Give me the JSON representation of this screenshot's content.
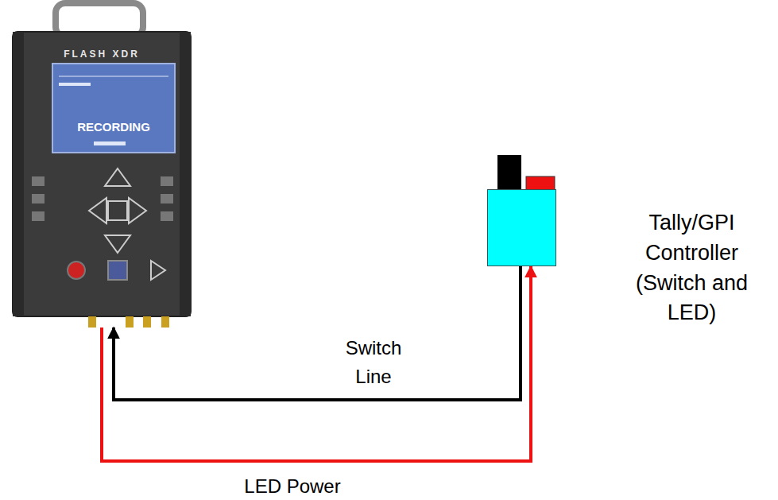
{
  "diagram": {
    "nodes": [
      {
        "text": [
          "FLASH XDR",
          "RECORDING"
        ]
      },
      {
        "text": [
          "Tally/GPI Controller (Switch and LED)"
        ]
      }
    ],
    "edges": [
      {
        "from": 1,
        "to": 0,
        "arrow": "to",
        "label": "Switch Line"
      },
      {
        "from": 0,
        "to": 1,
        "arrow": "to",
        "label": "LED Power"
      }
    ]
  }
}
